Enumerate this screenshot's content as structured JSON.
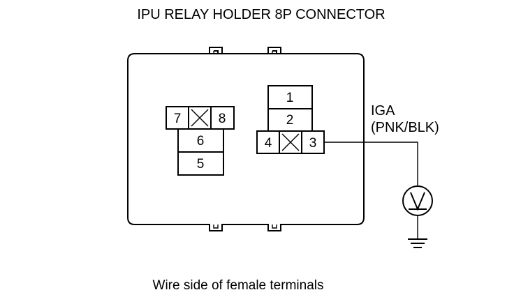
{
  "title": "IPU RELAY HOLDER 8P CONNECTOR",
  "caption": "Wire side of female terminals",
  "wire": {
    "line1": "IGA",
    "line2": "(PNK/BLK)"
  },
  "terminals": {
    "t1": "1",
    "t2": "2",
    "t3": "3",
    "t4": "4",
    "t5": "5",
    "t6": "6",
    "t7": "7",
    "t8": "8"
  },
  "icons": {
    "voltmeter": "voltmeter-icon",
    "ground": "ground-icon",
    "unused_cavity": "x-box"
  }
}
